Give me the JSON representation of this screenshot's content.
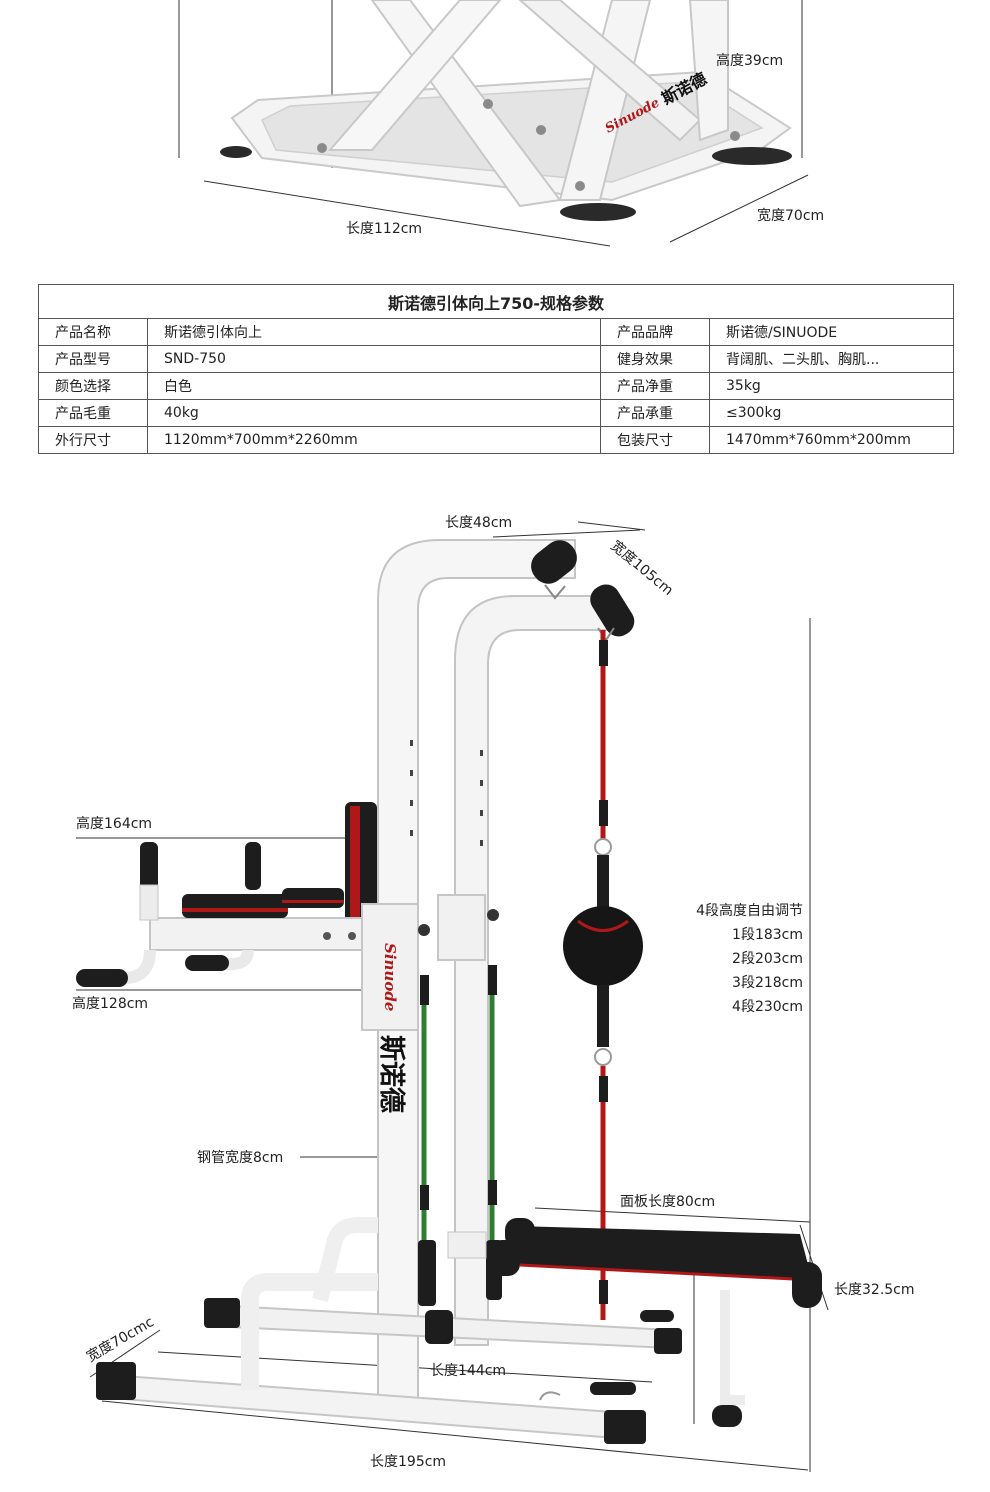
{
  "top_dims": {
    "height": "高度39cm",
    "length": "长度112cm",
    "width": "宽度70cm"
  },
  "brand": {
    "script": "Sinuode",
    "cn": "斯诺德"
  },
  "spec": {
    "title": "斯诺德引体向上750-规格参数",
    "rows": [
      {
        "l1": "产品名称",
        "v1": "斯诺德引体向上",
        "l2": "产品品牌",
        "v2": "斯诺德/SINUODE"
      },
      {
        "l1": "产品型号",
        "v1": "SND-750",
        "l2": "健身效果",
        "v2": "背阔肌、二头肌、胸肌..."
      },
      {
        "l1": "颜色选择",
        "v1": "白色",
        "l2": "产品净重",
        "v2": "35kg"
      },
      {
        "l1": "产品毛重",
        "v1": "40kg",
        "l2": "产品承重",
        "v2": "≤300kg"
      },
      {
        "l1": "外行尺寸",
        "v1": "1120mm*700mm*2260mm",
        "l2": "包装尺寸",
        "v2": "1470mm*760mm*200mm"
      }
    ]
  },
  "bottom_dims": {
    "top_length": "长度48cm",
    "top_width": "宽度105cm",
    "h164": "高度164cm",
    "h128": "高度128cm",
    "adjust": [
      "4段高度自由调节",
      "1段183cm",
      "2段203cm",
      "3段218cm",
      "4段230cm"
    ],
    "tube": "钢管宽度8cm",
    "panel": "面板长度80cm",
    "panel_w": "长度32.5cm",
    "base_w": "宽度70cmc",
    "base_l": "长度144cm",
    "total_l": "长度195cm"
  },
  "colors": {
    "frame": "#f4f4f4",
    "frame_edge": "#cfcfcf",
    "pad_black": "#1d1d1d",
    "accent_red": "#b01818",
    "band_green": "#2f7d32",
    "line": "#333333"
  }
}
